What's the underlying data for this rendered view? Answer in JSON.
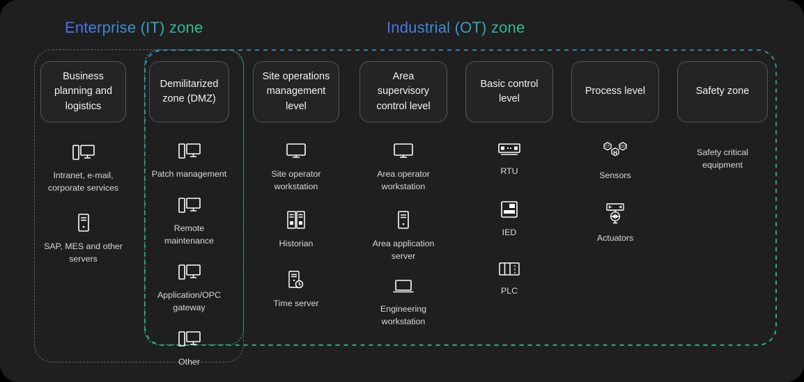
{
  "zones": {
    "it": {
      "title": "Enterprise (IT) zone",
      "border_color": "#5e6363"
    },
    "ot": {
      "title": "Industrial (OT) zone",
      "border_color_start": "#3a8fc8",
      "border_color_end": "#22c58a"
    },
    "dmz": {
      "border_color": "#2aa884"
    }
  },
  "theme": {
    "background": "#1f1f1f",
    "box_background": "#242424",
    "box_border": "#4a5a5a",
    "text_primary": "#f2f2f2",
    "text_secondary": "#d9d9d9",
    "title_gradient_start": "#4f6ef7",
    "title_gradient_end": "#2fc48d"
  },
  "columns": [
    {
      "id": "business-planning-and-logistics",
      "header": "Business planning and logistics",
      "items": [
        {
          "label": "Intranet, e-mail, corporate services",
          "icon": "desktop-tower-monitor-icon"
        },
        {
          "label": "SAP, MES and other servers",
          "icon": "server-tower-icon"
        }
      ]
    },
    {
      "id": "demilitarized-zone-dmz",
      "header": "Demilitarized zone (DMZ)",
      "items": [
        {
          "label": "Patch management",
          "icon": "desktop-tower-monitor-icon"
        },
        {
          "label": "Remote maintenance",
          "icon": "desktop-tower-monitor-icon"
        },
        {
          "label": "Application/OPC gateway",
          "icon": "desktop-tower-monitor-icon"
        },
        {
          "label": "Other",
          "icon": "desktop-tower-monitor-icon"
        }
      ]
    },
    {
      "id": "site-operations-management-level",
      "header": "Site operations management level",
      "items": [
        {
          "label": "Site operator workstation",
          "icon": "monitor-icon"
        },
        {
          "label": "Historian",
          "icon": "server-rack-dual-icon"
        },
        {
          "label": "Time server",
          "icon": "server-clock-icon"
        }
      ]
    },
    {
      "id": "area-supervisory-control-level",
      "header": "Area supervisory control level",
      "items": [
        {
          "label": "Area operator workstation",
          "icon": "monitor-icon"
        },
        {
          "label": "Area application server",
          "icon": "server-tower-icon"
        },
        {
          "label": "Engineering workstation",
          "icon": "laptop-icon"
        }
      ]
    },
    {
      "id": "basic-control-level",
      "header": "Basic control level",
      "items": [
        {
          "label": "RTU",
          "icon": "rtu-device-icon"
        },
        {
          "label": "IED",
          "icon": "ied-device-icon"
        },
        {
          "label": "PLC",
          "icon": "plc-modules-icon"
        }
      ]
    },
    {
      "id": "process-level",
      "header": "Process level",
      "items": [
        {
          "label": "Sensors",
          "icon": "sensors-hexagon-icon"
        },
        {
          "label": "Actuators",
          "icon": "actuator-valve-icon"
        }
      ]
    },
    {
      "id": "safety-zone",
      "header": "Safety zone",
      "items": [
        {
          "label": "Safety critical equipment",
          "icon": "none"
        }
      ]
    }
  ]
}
